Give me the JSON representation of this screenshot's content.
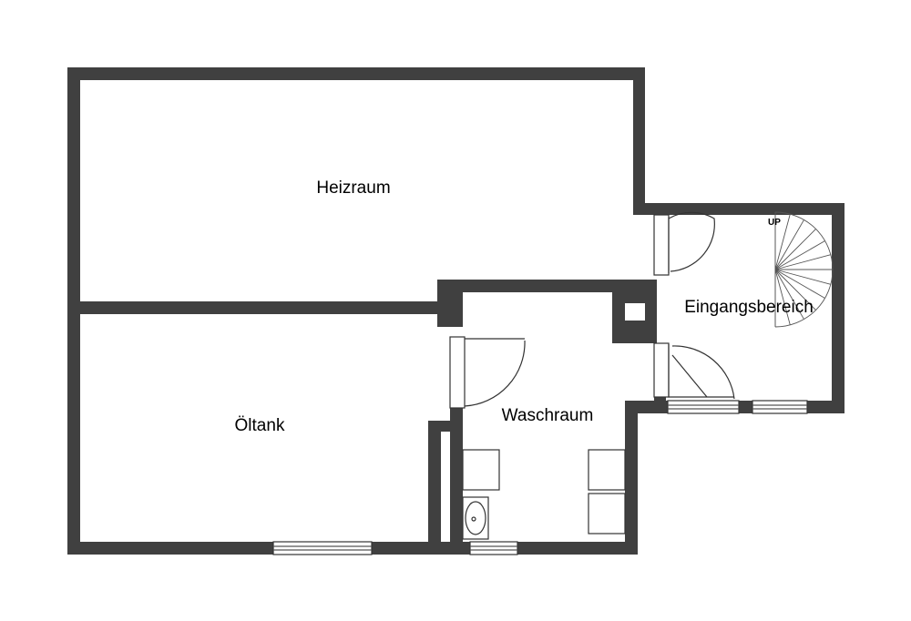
{
  "rooms": {
    "heizraum": "Heizraum",
    "oeltank": "Öltank",
    "waschraum": "Waschraum",
    "eingangsbereich": "Eingangsbereich"
  },
  "stairs": {
    "direction_label": "UP"
  },
  "colors": {
    "wall": "#404040",
    "background": "#ffffff",
    "fixture_line": "#333333"
  }
}
